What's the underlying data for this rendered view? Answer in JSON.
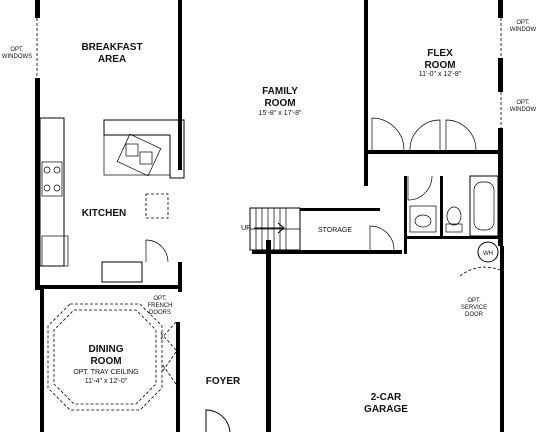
{
  "rooms": {
    "breakfast": {
      "line1": "BREAKFAST",
      "line2": "AREA"
    },
    "family": {
      "line1": "FAMILY",
      "line2": "ROOM",
      "dims": "15'-8\" x 17'-8\""
    },
    "flex": {
      "line1": "FLEX",
      "line2": "ROOM",
      "dims": "11'-0\" x 12'-8\""
    },
    "kitchen": {
      "line1": "KITCHEN"
    },
    "storage": {
      "line1": "STORAGE"
    },
    "dining": {
      "line1": "DINING",
      "line2": "ROOM",
      "line3": "OPT. TRAY CEILING",
      "dims": "11'-4\" x 12'-0\""
    },
    "foyer": {
      "line1": "FOYER"
    },
    "garage": {
      "line1": "2-CAR",
      "line2": "GARAGE"
    }
  },
  "notes": {
    "opt_windows_left": {
      "line1": "OPT.",
      "line2": "WINDOWS"
    },
    "opt_window_top_right": {
      "line1": "OPT.",
      "line2": "WINDOW"
    },
    "opt_window_mid_right": {
      "line1": "OPT.",
      "line2": "WINDOW"
    },
    "opt_french_doors": {
      "line1": "OPT.",
      "line2": "FRENCH",
      "line3": "DOORS"
    },
    "opt_service_door": {
      "line1": "OPT.",
      "line2": "SERVICE",
      "line3": "DOOR"
    },
    "stair_up": "UP",
    "water_heater": "WH"
  }
}
